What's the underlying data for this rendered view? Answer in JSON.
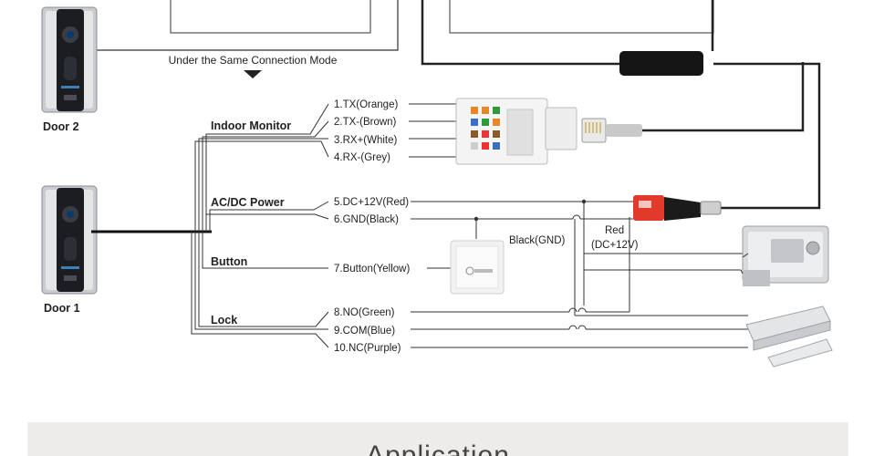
{
  "top": {
    "note": "Under the Same Connection Mode"
  },
  "doors": {
    "door2": "Door 2",
    "door1": "Door 1"
  },
  "groups": {
    "indoor_monitor": "Indoor Monitor",
    "power": "AC/DC Power",
    "button": "Button",
    "lock": "Lock"
  },
  "wires": [
    "1.TX(Orange)",
    "2.TX-(Brown)",
    "3.RX+(White)",
    "4.RX-(Grey)",
    "5.DC+12V(Red)",
    "6.GND(Black)",
    "7.Button(Yellow)",
    "8.NO(Green)",
    "9.COM(Blue)",
    "10.NC(Purple)"
  ],
  "annotations": {
    "black_gnd": "Black(GND)",
    "red": "Red",
    "dc12v": "(DC+12V)"
  },
  "bottom": {
    "title": "Application"
  },
  "colors": {
    "wire": "#333333",
    "cable": "#111111",
    "band": "#eeecea"
  }
}
